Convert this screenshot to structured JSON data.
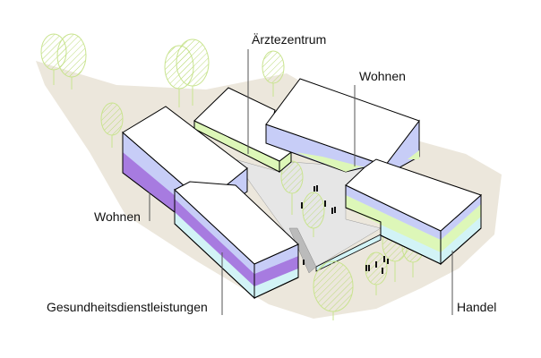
{
  "labels": {
    "aerztezentrum": "Ärztezentrum",
    "wohnen_top": "Wohnen",
    "wohnen_left": "Wohnen",
    "gesundheit": "Gesundheitsdienstleistungen",
    "handel": "Handel"
  },
  "colors": {
    "ground": "#ece7dc",
    "plaza": "#e6e6e6",
    "wohnen": "#c7cdf7",
    "gesundheit": "#a77be0",
    "handel": "#d2f3f6",
    "aerztezentrum": "#ddf7b8",
    "tree": "#c9e48f"
  }
}
